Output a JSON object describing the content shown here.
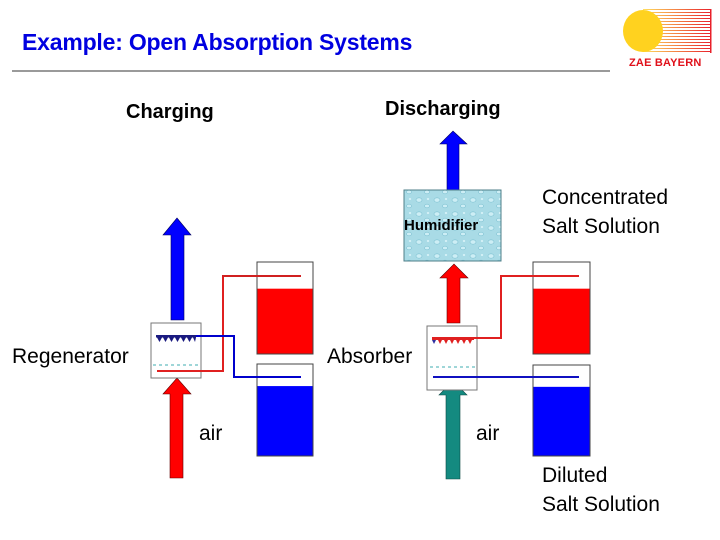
{
  "slide": {
    "title": "Example: Open Absorption Systems",
    "logo": {
      "text": "ZAE BAYERN",
      "icon": "sun-logo-icon",
      "sun_color": "#ffd21f",
      "ray_color": "#e8202a"
    }
  },
  "charging": {
    "heading": "Charging",
    "component_label": "Regenerator",
    "air_label": "air",
    "air_in_color": "#ff0000",
    "air_out_color": "#0000ff"
  },
  "discharging": {
    "heading": "Discharging",
    "component_label": "Absorber",
    "humidifier_label": "Humidifier",
    "air_label": "air",
    "air_in_color": "#148a80",
    "air_mid_color": "#ff0000",
    "air_out_color": "#0000ff"
  },
  "tanks": {
    "concentrated_label_line1": "Concentrated",
    "concentrated_label_line2": "Salt Solution",
    "diluted_label_line1": "Diluted",
    "diluted_label_line2": "Salt Solution",
    "concentrated_color": "#ff0000",
    "diluted_color": "#0000ff",
    "concentrated_fill_fraction": 0.71,
    "diluted_fill_fraction": 0.76
  }
}
